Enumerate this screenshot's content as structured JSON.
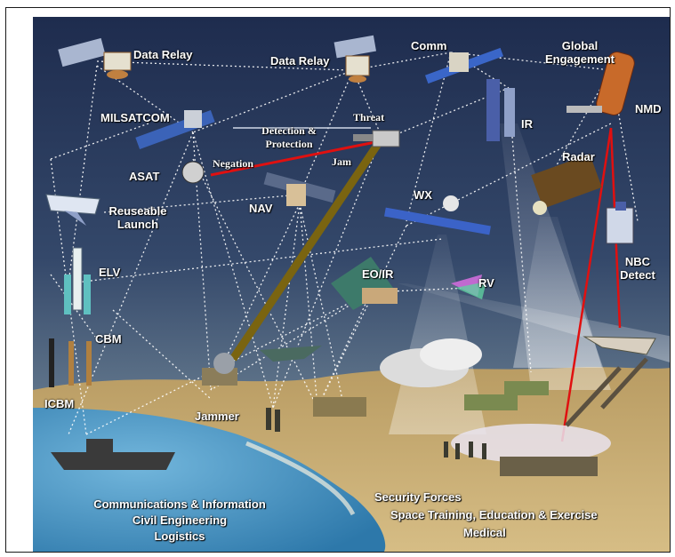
{
  "labels": {
    "data_relay_left": "Data Relay",
    "data_relay_right": "Data Relay",
    "comm": "Comm",
    "global_engagement_line1": "Global",
    "global_engagement_line2": "Engagement",
    "nmd": "NMD",
    "milsatcom": "MILSATCOM",
    "detection_line1": "Detection &",
    "detection_line2": "Protection",
    "threat": "Threat",
    "jam": "Jam",
    "negation": "Negation",
    "ir": "IR",
    "radar": "Radar",
    "asat": "ASAT",
    "reuseable_launch_line1": "Reuseable",
    "reuseable_launch_line2": "Launch",
    "nav": "NAV",
    "wx": "WX",
    "nbc_detect_line1": "NBC",
    "nbc_detect_line2": "Detect",
    "elv": "ELV",
    "eo_ir": "EO/IR",
    "rv": "RV",
    "cbm": "CBM",
    "icbm": "ICBM",
    "jammer": "Jammer"
  },
  "footer": {
    "left_line1": "Communications & Information",
    "left_line2": "Civil Engineering",
    "left_line3": "Logistics",
    "right_line1": "Security Forces",
    "right_line2": "Space Training, Education & Exercise",
    "right_line3": "Medical"
  },
  "colors": {
    "sky_top": "#1e2c4e",
    "sky_mid": "#4a5f7a",
    "land": "#c9ad74",
    "water": "#3f8fc0",
    "laser_red": "#e01010",
    "laser_olive": "#7a6410",
    "link_dotted": "#ffffff"
  }
}
